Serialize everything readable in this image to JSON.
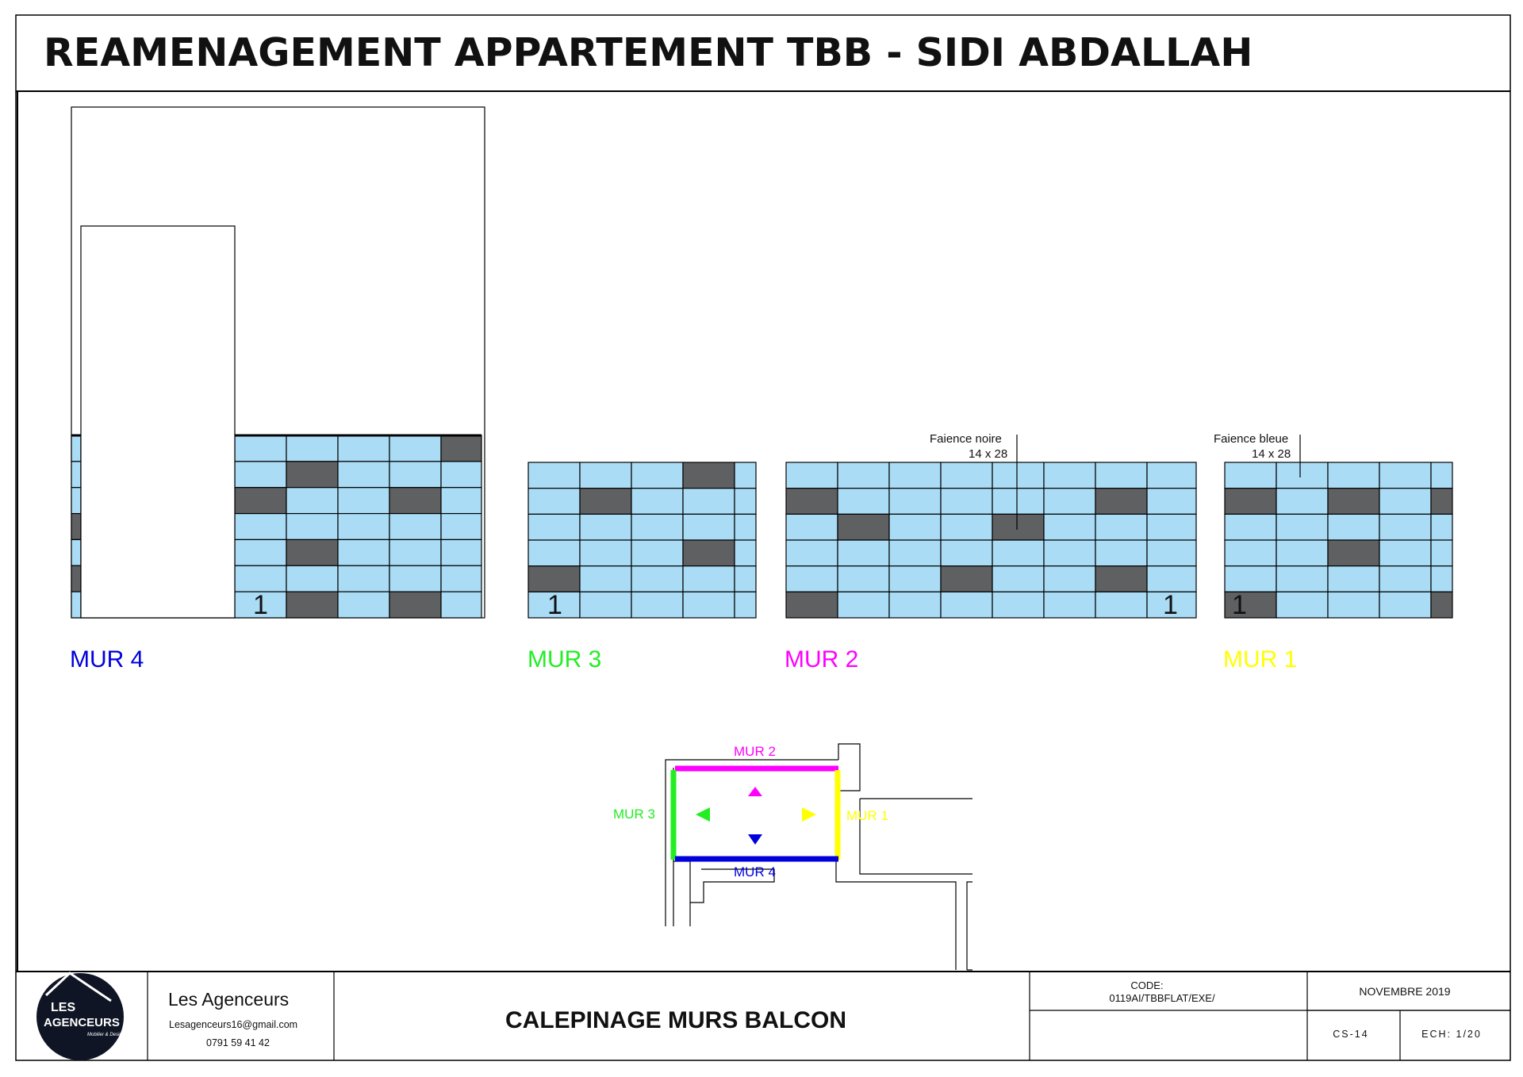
{
  "header": {
    "title": "REAMENAGEMENT APPARTEMENT TBB - SIDI ABDALLAH"
  },
  "colors": {
    "tile_light": "#aadcf6",
    "tile_dark": "#5e6062",
    "mur1": "#ffff00",
    "mur2": "#ff00ff",
    "mur3": "#22ee22",
    "mur4": "#0000dd"
  },
  "walls": {
    "mur4": {
      "label": "MUR 4",
      "start_number": "1"
    },
    "mur3": {
      "label": "MUR 3",
      "start_number": "1"
    },
    "mur2": {
      "label": "MUR 2",
      "start_number": "1"
    },
    "mur1": {
      "label": "MUR 1",
      "start_number": "1"
    }
  },
  "annotations": {
    "noire": {
      "line1": "Faience noire",
      "line2": "14 x 28"
    },
    "bleue": {
      "line1": "Faience bleue",
      "line2": "14 x 28"
    }
  },
  "plan": {
    "mur1": "MUR 1",
    "mur2": "MUR 2",
    "mur3": "MUR 3",
    "mur4": "MUR 4"
  },
  "footer": {
    "company": "Les Agenceurs",
    "email": "Lesagenceurs16@gmail.com",
    "phone": "0791 59 41 42",
    "logo_line1": "LES",
    "logo_line2": "AGENCEURS",
    "logo_tagline": "Mobilier & Design",
    "drawing_title": "CALEPINAGE MURS BALCON",
    "code_label": "CODE:",
    "code_value": "0119AI/TBBFLAT/EXE/",
    "date": "NOVEMBRE 2019",
    "sheet": "CS-14",
    "scale": "ECH: 1/20"
  }
}
